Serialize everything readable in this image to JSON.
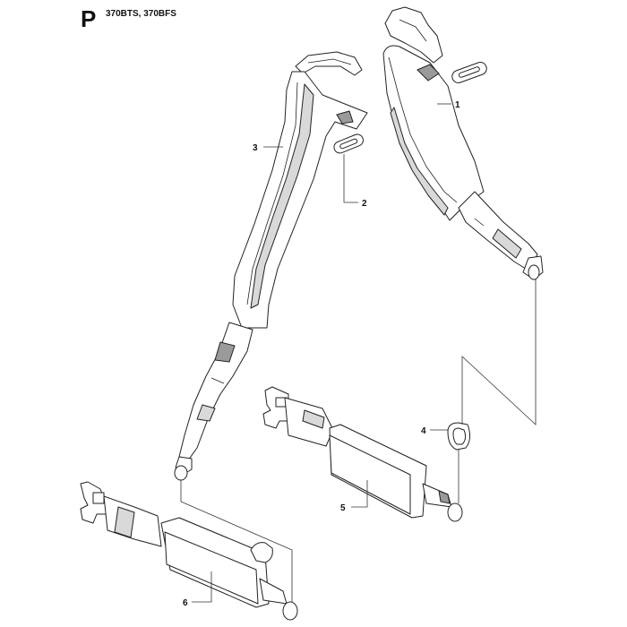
{
  "header": {
    "section_letter": "P",
    "models": "370BTS, 370BFS"
  },
  "callouts": [
    "1",
    "2",
    "3",
    "4",
    "5",
    "6"
  ]
}
